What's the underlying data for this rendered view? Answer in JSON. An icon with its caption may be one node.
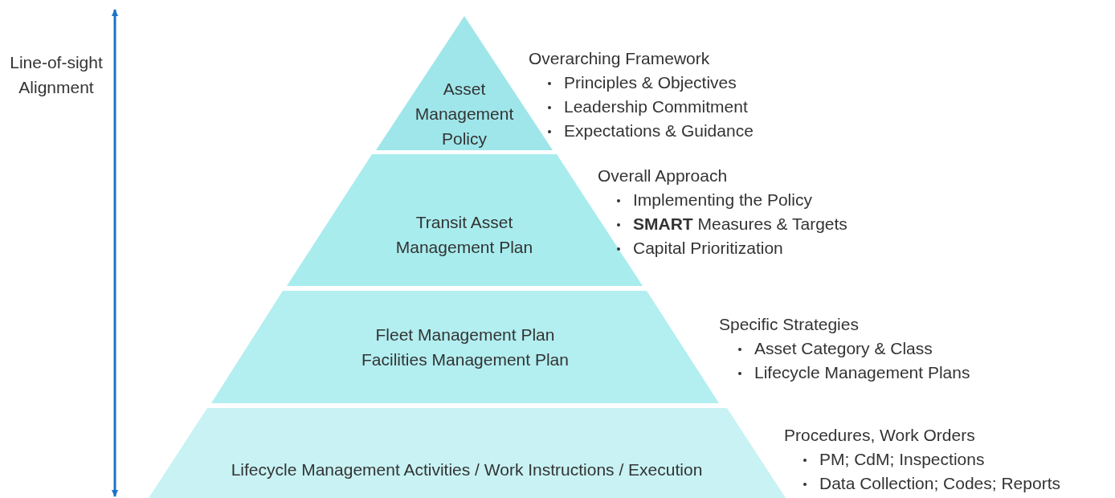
{
  "diagram": {
    "nodes": [
      {
        "text": [
          "Asset Management Policy"
        ],
        "beside": [
          "Overarching Framework",
          "Principles & Objectives",
          "Leadership Commitment",
          "Expectations & Guidance"
        ]
      },
      {
        "text": [
          "Transit Asset Management Plan"
        ],
        "beside": [
          "Overall Approach",
          "Implementing the Policy",
          "**SMART** Measures & Targets",
          "Capital Prioritization"
        ]
      },
      {
        "text": [
          "Fleet Management Plan",
          "Facilities Management Plan"
        ],
        "beside": [
          "Specific Strategies",
          "Asset Category & Class",
          "Lifecycle Management Plans"
        ]
      },
      {
        "text": [
          "Lifecycle Management Activities / Work Instructions / Execution"
        ],
        "beside": [
          "Procedures, Work Orders",
          "PM; CdM; Inspections",
          "Data Collection; Codes; Reports"
        ]
      }
    ],
    "labels": [
      "Line-of-sight Alignment"
    ]
  }
}
